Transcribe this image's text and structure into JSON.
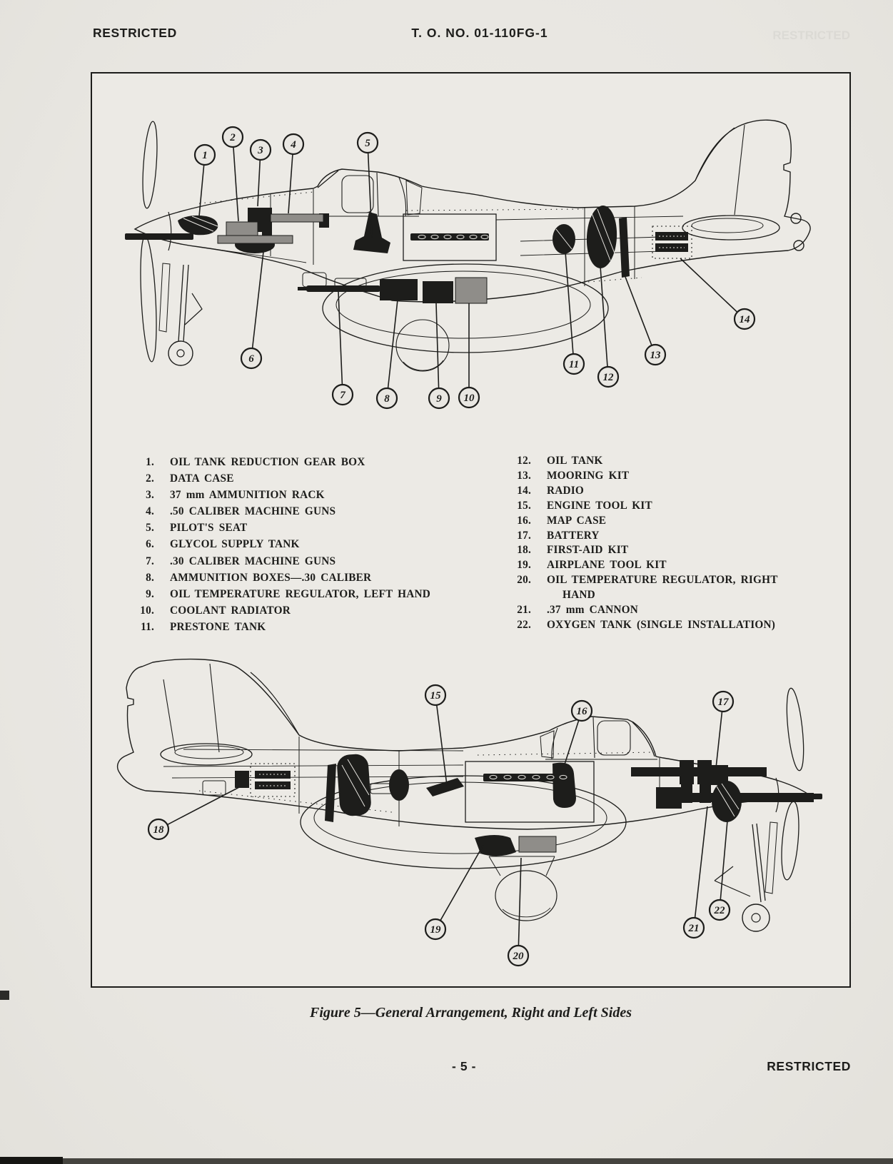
{
  "header": {
    "left": "RESTRICTED",
    "center": "T. O. NO. 01-110FG-1"
  },
  "figure": {
    "caption": "Figure 5—General Arrangement, Right and Left Sides",
    "top_diagram_callouts": [
      "1",
      "2",
      "3",
      "4",
      "5",
      "6",
      "7",
      "8",
      "9",
      "10",
      "11",
      "12",
      "13",
      "14"
    ],
    "bottom_diagram_callouts": [
      "15",
      "16",
      "17",
      "18",
      "19",
      "20",
      "21",
      "22"
    ]
  },
  "parts_list": {
    "left": [
      {
        "num": "1.",
        "label": "OIL TANK REDUCTION GEAR BOX"
      },
      {
        "num": "2.",
        "label": "DATA CASE"
      },
      {
        "num": "3.",
        "label": "37 mm AMMUNITION RACK"
      },
      {
        "num": "4.",
        "label": ".50 CALIBER MACHINE GUNS"
      },
      {
        "num": "5.",
        "label": "PILOT'S SEAT"
      },
      {
        "num": "6.",
        "label": "GLYCOL SUPPLY TANK"
      },
      {
        "num": "7.",
        "label": ".30 CALIBER MACHINE GUNS"
      },
      {
        "num": "8.",
        "label": "AMMUNITION BOXES—.30 CALIBER"
      },
      {
        "num": "9.",
        "label": "OIL TEMPERATURE REGULATOR, LEFT HAND"
      },
      {
        "num": "10.",
        "label": "COOLANT RADIATOR"
      },
      {
        "num": "11.",
        "label": "PRESTONE TANK"
      }
    ],
    "right": [
      {
        "num": "12.",
        "label": "OIL TANK"
      },
      {
        "num": "13.",
        "label": "MOORING KIT"
      },
      {
        "num": "14.",
        "label": "RADIO"
      },
      {
        "num": "15.",
        "label": "ENGINE TOOL KIT"
      },
      {
        "num": "16.",
        "label": "MAP CASE"
      },
      {
        "num": "17.",
        "label": "BATTERY"
      },
      {
        "num": "18.",
        "label": "FIRST-AID KIT"
      },
      {
        "num": "19.",
        "label": "AIRPLANE TOOL KIT"
      },
      {
        "num": "20.",
        "label": "OIL TEMPERATURE REGULATOR, RIGHT",
        "label2": "HAND"
      },
      {
        "num": "21.",
        "label": ".37 mm CANNON"
      },
      {
        "num": "22.",
        "label": "OXYGEN TANK (SINGLE INSTALLATION)"
      }
    ]
  },
  "footer": {
    "page": "- 5 -",
    "right": "RESTRICTED"
  },
  "colors": {
    "ink": "#1d1d1b",
    "paper": "#e9e7e2",
    "gray_component": "#8f8d89"
  }
}
